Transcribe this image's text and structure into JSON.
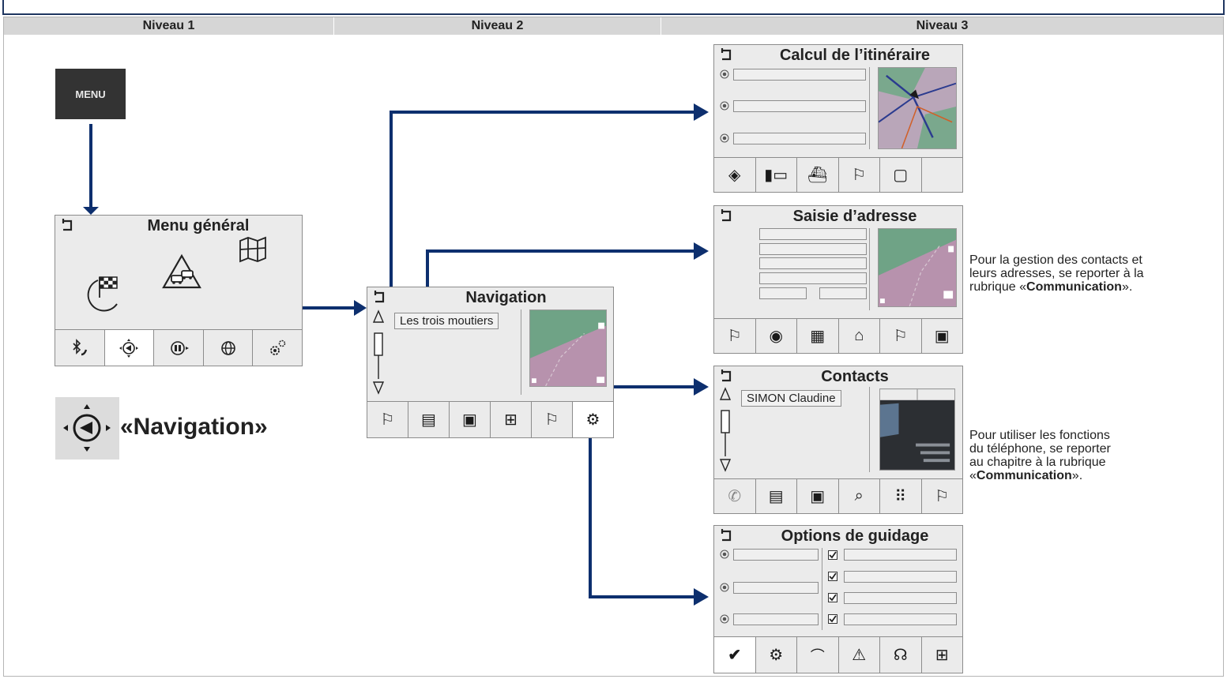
{
  "header": {
    "level1": "Niveau 1",
    "level2": "Niveau 2",
    "level3": "Niveau 3"
  },
  "menu_button": {
    "label": "MENU"
  },
  "general_menu": {
    "title": "Menu général"
  },
  "navigation_caption": {
    "label": "«Navigation»"
  },
  "navigation_screen": {
    "title": "Navigation",
    "list_item": "Les trois moutiers"
  },
  "route_screen": {
    "title": "Calcul de l’itinéraire"
  },
  "address_screen": {
    "title": "Saisie d’adresse"
  },
  "contacts_screen": {
    "title": "Contacts",
    "list_item": "SIMON Claudine"
  },
  "guidance_screen": {
    "title": "Options de guidage"
  },
  "note_address": {
    "line1": "Pour la gestion des contacts et",
    "line2": "leurs adresses, se reporter à la",
    "line3_prefix": "rubrique «",
    "line3_bold": "Communication",
    "line3_suffix": "»."
  },
  "note_contacts": {
    "line1": "Pour utiliser les fonctions",
    "line2": "du téléphone, se reporter",
    "line3": "au chapitre à la rubrique",
    "line4_prefix": "«",
    "line4_bold": "Communication",
    "line4_suffix": "»."
  },
  "colors": {
    "arrow": "#0d2f6e",
    "screen_bg": "#ebebeb",
    "map_green": "#6fa386",
    "map_purple": "#b792ad"
  }
}
